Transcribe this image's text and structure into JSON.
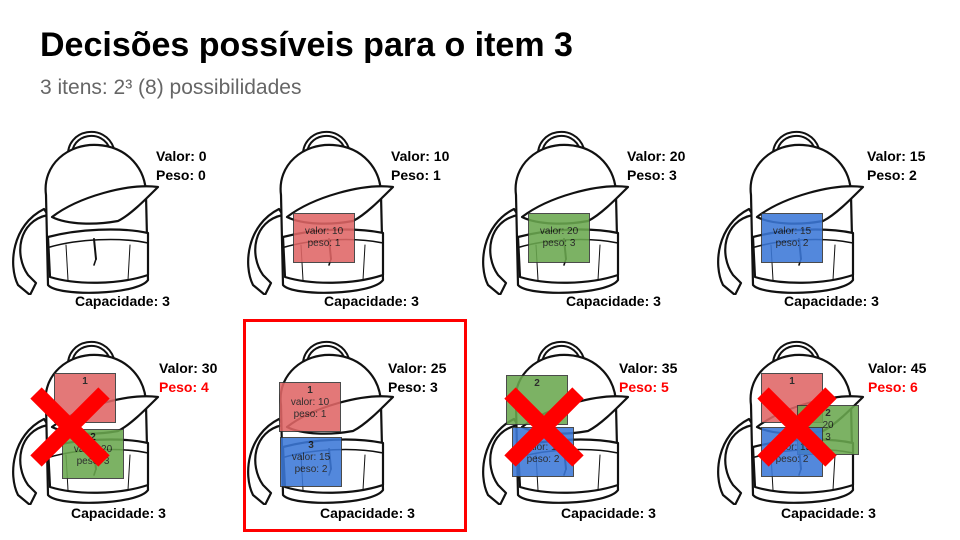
{
  "title": "Decisões possíveis para o item 3",
  "subtitle": "3 itens: 2³ (8) possibilidades",
  "colors": {
    "red_item": "#e06666",
    "green_item": "#6aa84f",
    "blue_item": "#3c78d8",
    "cross": "#ff0000",
    "highlight": "#ff0000"
  },
  "cells": [
    {
      "valor": "Valor: 0",
      "peso": "Peso: 0",
      "capacidade": "Capacidade: 3"
    },
    {
      "valor": "Valor: 10",
      "peso": "Peso: 1",
      "capacidade": "Capacidade: 3",
      "item": {
        "valor": "valor: 10",
        "peso": "peso: 1"
      }
    },
    {
      "valor": "Valor: 20",
      "peso": "Peso: 3",
      "capacidade": "Capacidade: 3",
      "item": {
        "valor": "valor: 20",
        "peso": "peso: 3"
      }
    },
    {
      "valor": "Valor: 15",
      "peso": "Peso: 2",
      "capacidade": "Capacidade: 3",
      "item": {
        "valor": "valor: 15",
        "peso": "peso: 2"
      }
    },
    {
      "valor": "Valor: 30",
      "peso": "Peso: 4",
      "capacidade": "Capacidade: 3",
      "overweight": true,
      "items": [
        {
          "id": "1"
        },
        {
          "id": "2",
          "valor": "valor: 20",
          "peso": "peso: 3"
        }
      ]
    },
    {
      "valor": "Valor: 25",
      "peso": "Peso: 3",
      "capacidade": "Capacidade: 3",
      "selected": true,
      "items": [
        {
          "id": "1",
          "valor": "valor: 10",
          "peso": "peso: 1"
        },
        {
          "id": "3",
          "valor": "valor: 15",
          "peso": "peso: 2"
        }
      ]
    },
    {
      "valor": "Valor: 35",
      "peso": "Peso: 5",
      "capacidade": "Capacidade: 3",
      "overweight": true,
      "items": [
        {
          "id": "2"
        },
        {
          "id": "3",
          "valor": "valor: 15",
          "peso": "peso: 2"
        }
      ]
    },
    {
      "valor": "Valor: 45",
      "peso": "Peso: 6",
      "capacidade": "Capacidade: 3",
      "overweight": true,
      "items": [
        {
          "id": "1"
        },
        {
          "id": "2",
          "valor": "20",
          "peso": "3"
        },
        {
          "id": "3",
          "valor": "valor: 15",
          "peso": "peso: 2"
        }
      ]
    }
  ]
}
